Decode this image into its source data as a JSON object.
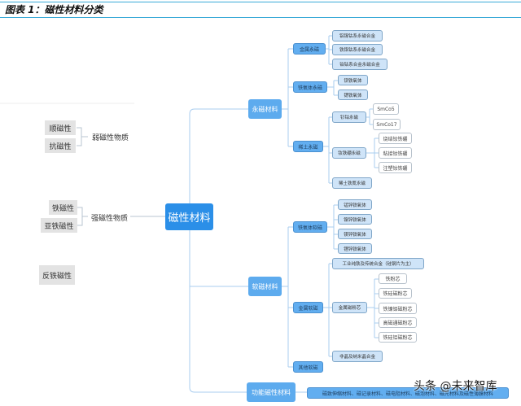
{
  "title": "图表 1：磁性材料分类",
  "root": "磁性材料",
  "left": {
    "weak": {
      "label": "弱磁性物质",
      "items": [
        "顺磁性",
        "抗磁性"
      ]
    },
    "strong": {
      "label": "强磁性物质",
      "items": [
        "铁磁性",
        "亚铁磁性"
      ]
    },
    "anti": "反铁磁性"
  },
  "permanent": {
    "label": "永磁材料",
    "metal": {
      "label": "金属永磁",
      "items": [
        "铝镍钴系永磁合金",
        "铁铬钴系永磁合金",
        "铂钴系合金永磁合金"
      ]
    },
    "ferrite": {
      "label": "铁氧体永磁",
      "items": [
        "钡铁氧体",
        "锶铁氧体"
      ]
    },
    "rare": {
      "label": "稀土永磁",
      "smco": {
        "label": "钐钴永磁",
        "items": [
          "SmCo5",
          "SmCo17"
        ]
      },
      "ndfeb": {
        "label": "钕铁硼永磁",
        "items": [
          "烧结钕铁硼",
          "粘接钕铁硼",
          "注塑钕铁硼"
        ]
      },
      "fen": "稀土铁氮永磁"
    }
  },
  "soft": {
    "label": "软磁材料",
    "ferrite": {
      "label": "铁氧体软磁",
      "items": [
        "锰锌铁氧体",
        "镍锌铁氧体",
        "镁锌铁氧体",
        "锂锌铁氧体"
      ]
    },
    "metal": {
      "label": "金属软磁",
      "iron": "工业纯铁及传统合金（硅钢片为主）",
      "core": {
        "label": "金属磁粉芯",
        "items": [
          "铁粉芯",
          "铁硅磁粉芯",
          "铁镍钼磁粉芯",
          "高磁通磁粉芯",
          "铁硅铝磁粉芯"
        ]
      },
      "amorphous": "非晶及纳米晶合金"
    },
    "other": "其他软磁"
  },
  "functional": {
    "label": "功能磁性材料",
    "items": "磁致伸缩材料、磁记录材料、磁电阻材料、磁泡材料、磁光材料及磁性薄膜材料"
  },
  "watermark": "头条 @未来智库"
}
